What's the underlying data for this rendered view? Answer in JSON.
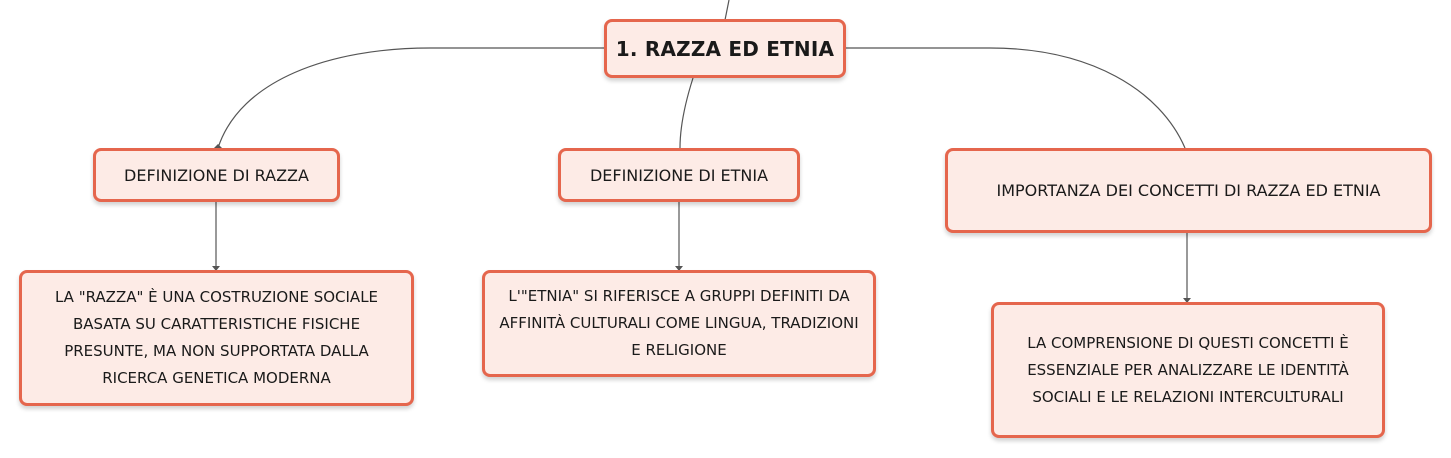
{
  "diagram": {
    "colors": {
      "node_fill": "#fdebe6",
      "node_border": "#e5664d",
      "connector": "#555555"
    },
    "root": {
      "label": "1. RAZZA ED ETNIA"
    },
    "branches": [
      {
        "label": "DEFINIZIONE DI RAZZA",
        "child": "LA \"RAZZA\" È UNA COSTRUZIONE SOCIALE BASATA SU CARATTERISTICHE FISICHE PRESUNTE, MA NON SUPPORTATA DALLA RICERCA GENETICA MODERNA"
      },
      {
        "label": "DEFINIZIONE DI ETNIA",
        "child": "L'\"ETNIA\" SI RIFERISCE A GRUPPI DEFINITI DA AFFINITÀ CULTURALI COME LINGUA, TRADIZIONI E RELIGIONE"
      },
      {
        "label": "IMPORTANZA DEI CONCETTI DI RAZZA ED ETNIA",
        "child": "LA COMPRENSIONE DI QUESTI CONCETTI È ESSENZIALE PER ANALIZZARE LE IDENTITÀ SOCIALI E LE RELAZIONI INTERCULTURALI"
      }
    ]
  }
}
